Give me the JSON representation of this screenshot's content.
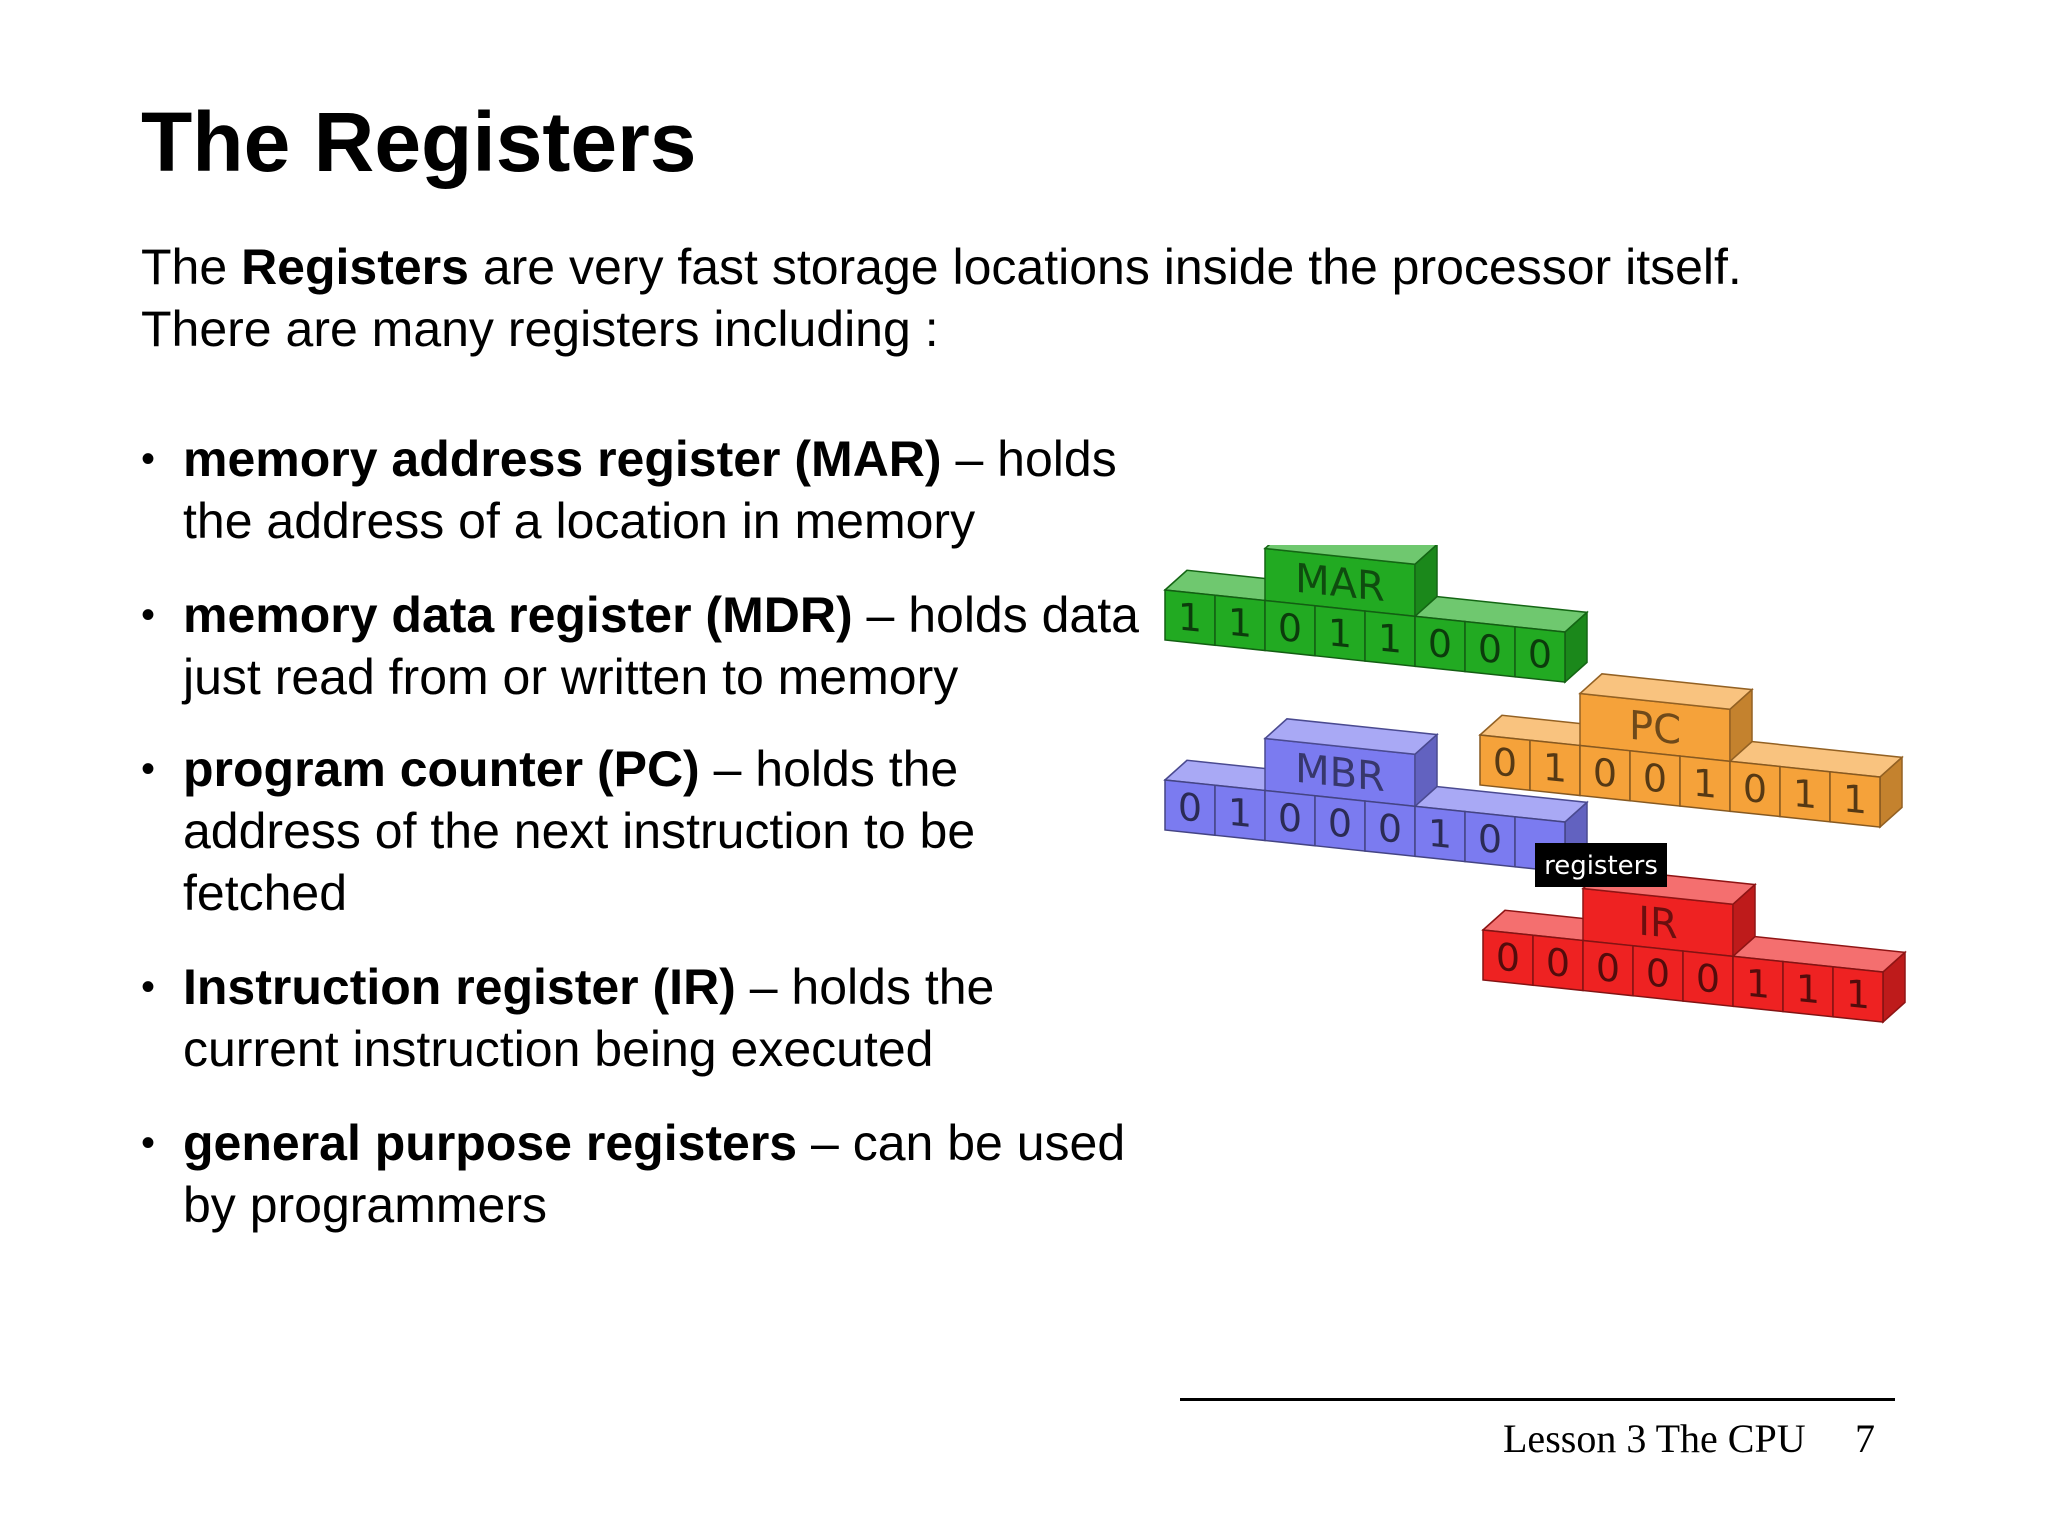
{
  "title": "The Registers",
  "intro": {
    "pre": "The ",
    "bold": "Registers",
    "post": " are very fast storage locations inside the processor itself.",
    "line2": "There are many registers including :"
  },
  "bullets": [
    {
      "marker": "•",
      "term": "memory address register (MAR)",
      "desc": " – holds the address of a location in memory"
    },
    {
      "marker": "•",
      "term": "memory data register (MDR)",
      "desc": " – holds data just read from or written to memory"
    },
    {
      "marker": "•",
      "term": "program counter (PC)",
      "desc": " – holds the address of the next instruction to be fetched"
    },
    {
      "marker": "•",
      "term": "Instruction register (IR)",
      "desc": " – holds the current instruction being executed"
    },
    {
      "marker": "•",
      "term": "general purpose registers",
      "desc": " – can be used by programmers"
    }
  ],
  "figure": {
    "registers": [
      {
        "name": "MAR",
        "bits": [
          "1",
          "1",
          "0",
          "1",
          "1",
          "0",
          "0",
          "0"
        ],
        "color": "#22aa22"
      },
      {
        "name": "PC",
        "bits": [
          "0",
          "1",
          "0",
          "0",
          "1",
          "0",
          "1",
          "1"
        ],
        "color": "#f5a23a"
      },
      {
        "name": "MBR",
        "bits": [
          "0",
          "1",
          "0",
          "0",
          "0",
          "1",
          "0"
        ],
        "color": "#7b7bf0"
      },
      {
        "name": "IR",
        "bits": [
          "0",
          "0",
          "0",
          "0",
          "0",
          "1",
          "1",
          "1"
        ],
        "color": "#ee2222"
      }
    ],
    "tooltip": "registers"
  },
  "footer": {
    "lesson": "Lesson 3 The CPU",
    "page": "7"
  }
}
